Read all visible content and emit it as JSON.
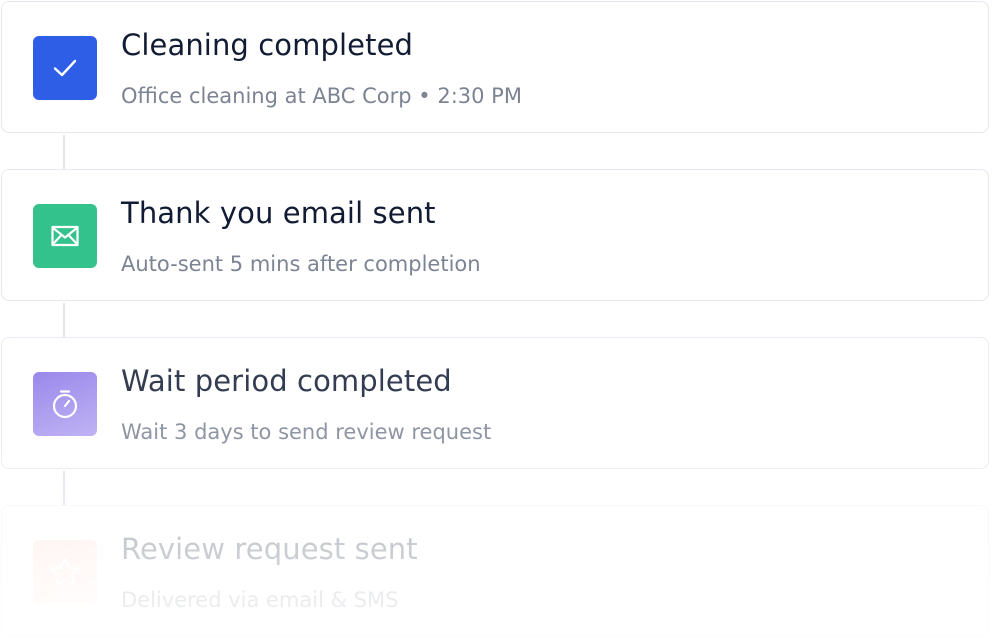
{
  "timeline": {
    "items": [
      {
        "title": "Cleaning completed",
        "subtitle": "Office cleaning at ABC Corp • 2:30 PM",
        "icon": "check-icon",
        "color": "#2f5ee6"
      },
      {
        "title": "Thank you email sent",
        "subtitle": "Auto-sent 5 mins after completion",
        "icon": "envelope-icon",
        "color": "#33c28c"
      },
      {
        "title": "Wait period completed",
        "subtitle": "Wait 3 days to send review request",
        "icon": "timer-icon",
        "color": "#8a74e8"
      },
      {
        "title": "Review request sent",
        "subtitle": "Delivered via email & SMS",
        "icon": "star-icon",
        "color": "#ffd8cc"
      }
    ]
  }
}
